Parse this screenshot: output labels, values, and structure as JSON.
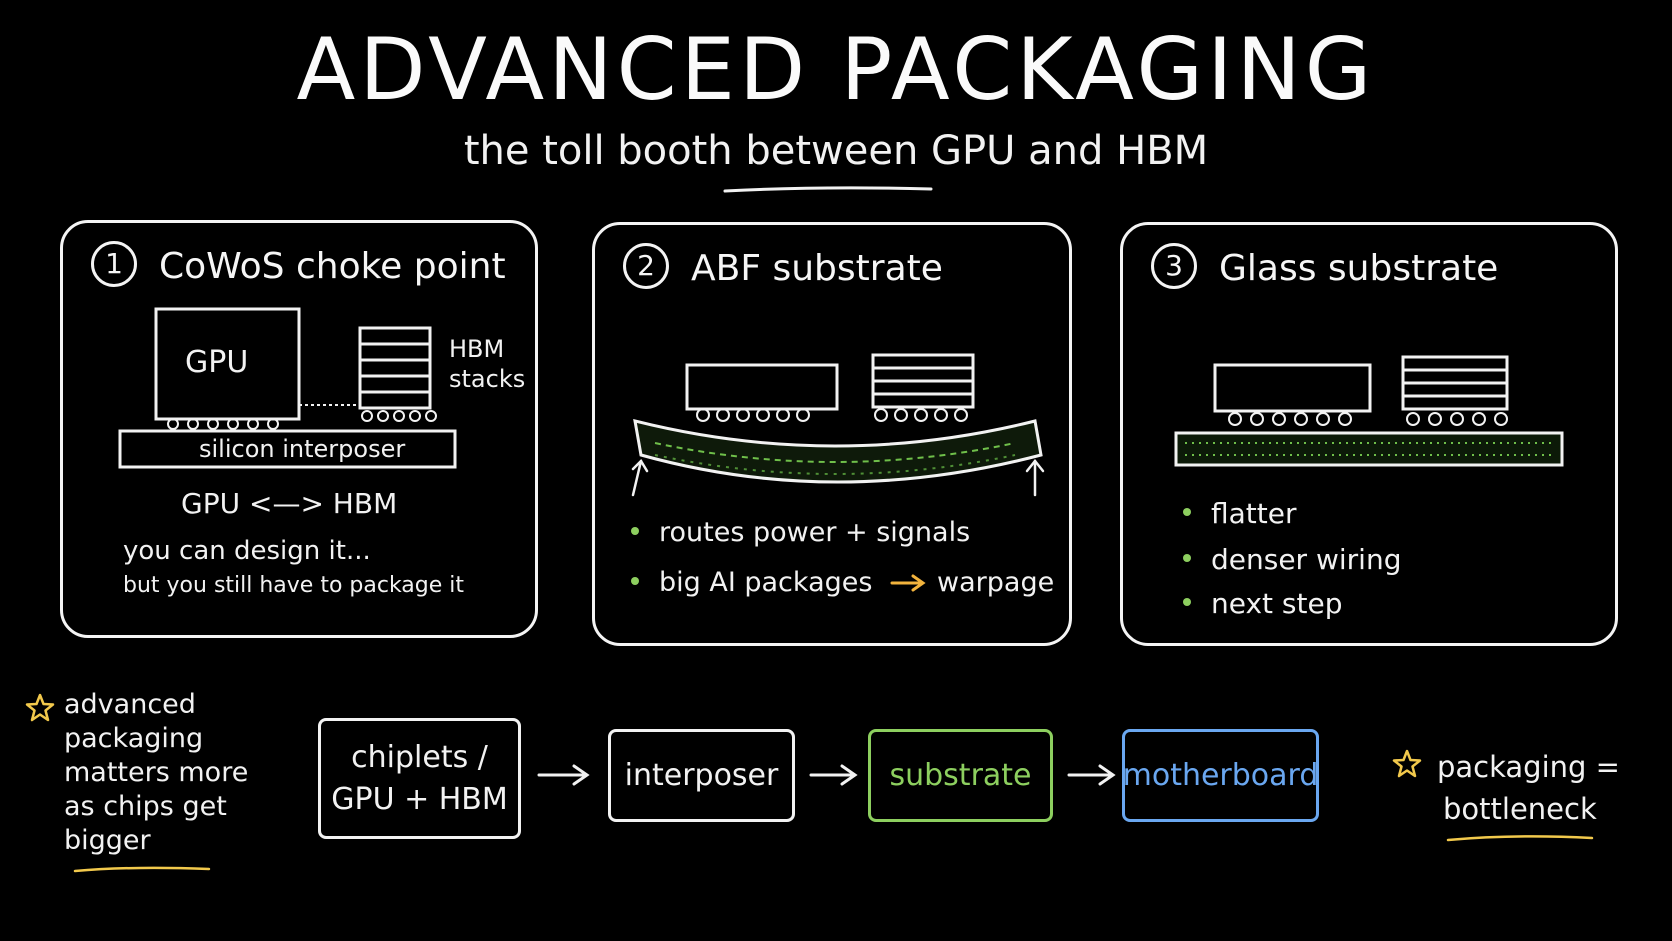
{
  "title": "ADVANCED PACKAGING",
  "subtitle": "the toll booth between GPU and HBM",
  "colors": {
    "background": "#000000",
    "chalk": "#f2f2f2",
    "green": "#8dcf5f",
    "blue": "#6aa7f0",
    "yellow": "#f2c94c"
  },
  "panels": [
    {
      "number": "1",
      "title": "CoWoS choke point",
      "labels": {
        "gpu": "GPU",
        "hbm": "HBM",
        "stacks": "stacks",
        "interposer": "silicon interposer",
        "link": "GPU <—> HBM"
      },
      "lines": [
        "you can design it...",
        "but you still have to package it"
      ]
    },
    {
      "number": "2",
      "title": "ABF substrate",
      "bullets": [
        "routes power + signals",
        "big AI packages",
        "warpage"
      ]
    },
    {
      "number": "3",
      "title": "Glass substrate",
      "bullets": [
        "flatter",
        "denser wiring",
        "next step"
      ]
    }
  ],
  "flow": [
    {
      "label_line1": "chiplets /",
      "label_line2": "GPU + HBM"
    },
    {
      "label": "interposer"
    },
    {
      "label": "substrate"
    },
    {
      "label": "motherboard"
    }
  ],
  "left_note": [
    "advanced",
    "packaging",
    "matters more",
    "as chips get",
    "bigger"
  ],
  "right_note": [
    "packaging =",
    "bottleneck"
  ],
  "icons": [
    "star-icon",
    "arrow-right-icon",
    "arrow-up-icon"
  ]
}
